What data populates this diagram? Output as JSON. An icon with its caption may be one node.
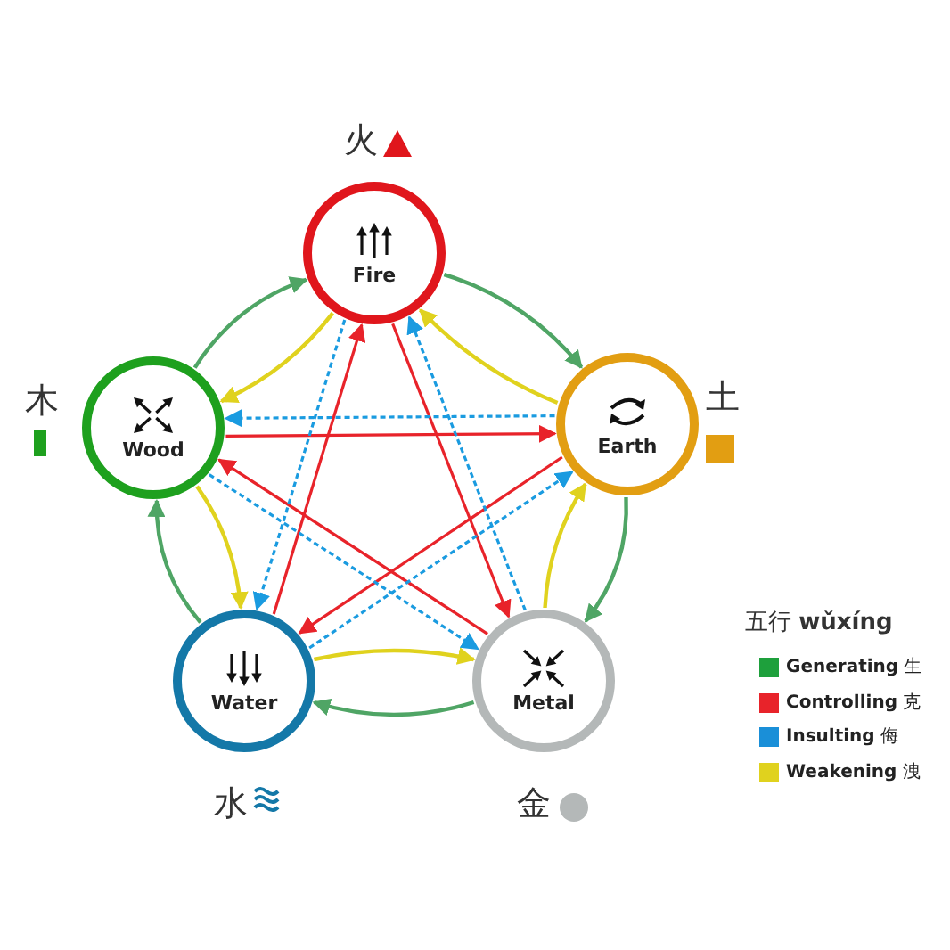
{
  "diagram": {
    "title": "五行 **wǔxíng**",
    "nodes": [
      {
        "text": [
          "Fire"
        ],
        "beside": [
          "火"
        ]
      },
      {
        "text": [
          "Earth"
        ],
        "beside": [
          "土"
        ]
      },
      {
        "text": [
          "Metal"
        ],
        "beside": [
          "金"
        ]
      },
      {
        "text": [
          "Water"
        ],
        "beside": [
          "水"
        ]
      },
      {
        "text": [
          "Wood"
        ],
        "beside": [
          "木"
        ]
      }
    ],
    "edges": [
      {
        "from": 4,
        "to": 0,
        "arrow": "to",
        "color": "#4fa565"
      },
      {
        "from": 0,
        "to": 1,
        "arrow": "to",
        "color": "#4fa565"
      },
      {
        "from": 1,
        "to": 2,
        "arrow": "to",
        "color": "#4fa565"
      },
      {
        "from": 2,
        "to": 3,
        "arrow": "to",
        "color": "#4fa565"
      },
      {
        "from": 3,
        "to": 4,
        "arrow": "to",
        "color": "#4fa565"
      },
      {
        "from": 0,
        "to": 4,
        "arrow": "to",
        "color": "#e0d21e"
      },
      {
        "from": 1,
        "to": 0,
        "arrow": "to",
        "color": "#e0d21e"
      },
      {
        "from": 2,
        "to": 1,
        "arrow": "to",
        "color": "#e0d21e"
      },
      {
        "from": 3,
        "to": 2,
        "arrow": "to",
        "color": "#e0d21e"
      },
      {
        "from": 4,
        "to": 3,
        "arrow": "to",
        "color": "#e0d21e"
      },
      {
        "from": 4,
        "to": 1,
        "arrow": "to",
        "color": "#e8232a"
      },
      {
        "from": 1,
        "to": 3,
        "arrow": "to",
        "color": "#e8232a"
      },
      {
        "from": 3,
        "to": 0,
        "arrow": "to",
        "color": "#e8232a"
      },
      {
        "from": 0,
        "to": 2,
        "arrow": "to",
        "color": "#e8232a"
      },
      {
        "from": 2,
        "to": 4,
        "arrow": "to",
        "color": "#e8232a"
      },
      {
        "from": 1,
        "to": 4,
        "arrow": "to",
        "style": "dashed",
        "color": "#1a9be0"
      },
      {
        "from": 3,
        "to": 1,
        "arrow": "to",
        "style": "dashed",
        "color": "#1a9be0"
      },
      {
        "from": 0,
        "to": 3,
        "arrow": "to",
        "style": "dashed",
        "color": "#1a9be0"
      },
      {
        "from": 2,
        "to": 0,
        "arrow": "to",
        "style": "dashed",
        "color": "#1a9be0"
      },
      {
        "from": 4,
        "to": 2,
        "arrow": "to",
        "style": "dashed",
        "color": "#1a9be0"
      }
    ],
    "legend": [
      {
        "text": "**Generating** 生",
        "color": "#1ea03c"
      },
      {
        "text": "**Controlling** 克",
        "color": "#e8232a"
      },
      {
        "text": "**Insulting** 侮",
        "color": "#1a8fd8"
      },
      {
        "text": "**Weakening** 洩",
        "color": "#e0d21e"
      }
    ]
  }
}
